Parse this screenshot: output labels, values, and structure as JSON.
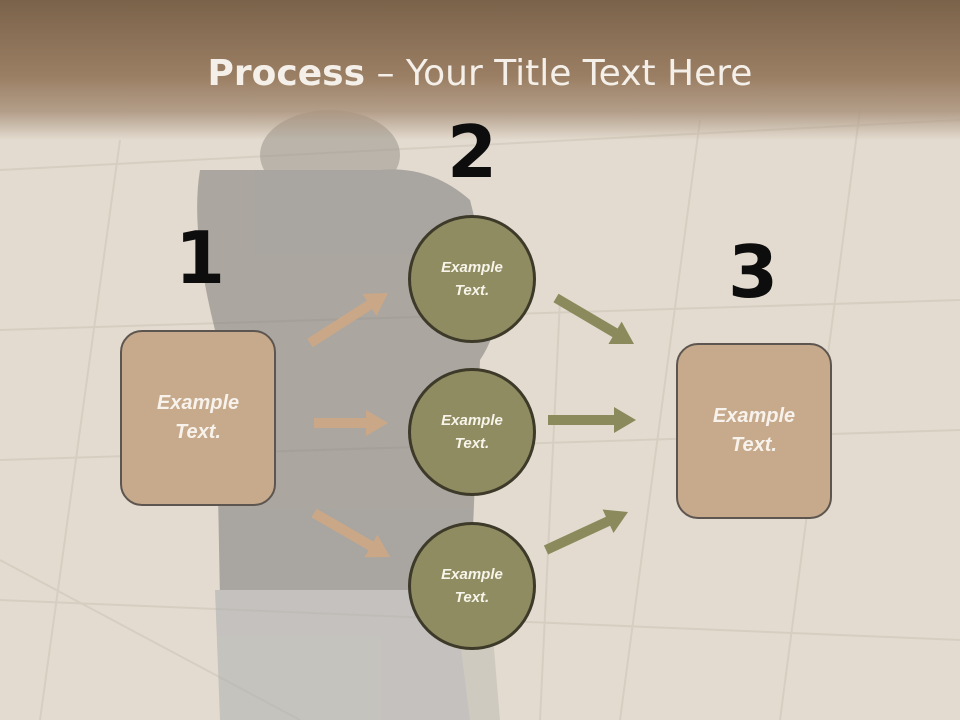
{
  "title": {
    "bold": "Process",
    "rest": " – Your Title Text Here"
  },
  "steps": [
    "1",
    "2",
    "3"
  ],
  "left_box": {
    "label": "Example\nText."
  },
  "right_box": {
    "label": "Example\nText."
  },
  "circles": [
    {
      "label": "Example\nText."
    },
    {
      "label": "Example\nText."
    },
    {
      "label": "Example\nText."
    }
  ],
  "colors": {
    "box_fill": "#c7a98b",
    "circle_fill": "#8f8c62",
    "left_arrows": "#caa887",
    "right_arrows": "#8a8a5c",
    "header": "#8a6f55"
  }
}
